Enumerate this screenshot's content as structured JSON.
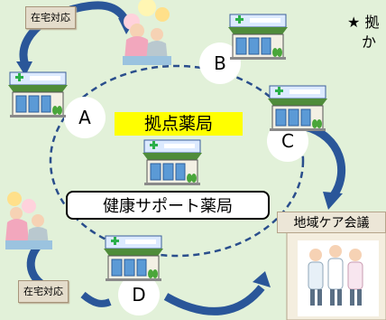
{
  "note": {
    "star": "★",
    "lines": [
      "拠",
      "か"
    ]
  },
  "hub_label": "拠点薬局",
  "kenko_label": "健康サポート薬局",
  "home_care": {
    "top": "在宅対応",
    "bottom": "在宅対応"
  },
  "pharmacies": {
    "a": "A",
    "b": "B",
    "c": "C",
    "d": "D"
  },
  "care_meeting_label": "地域ケア会議",
  "colors": {
    "background": "#e2f1d9",
    "arrow": "#2a5699",
    "hub_fill": "#ffff00",
    "dashed_circle": "#2a4e8c",
    "tag_fill": "#e4dccb"
  }
}
